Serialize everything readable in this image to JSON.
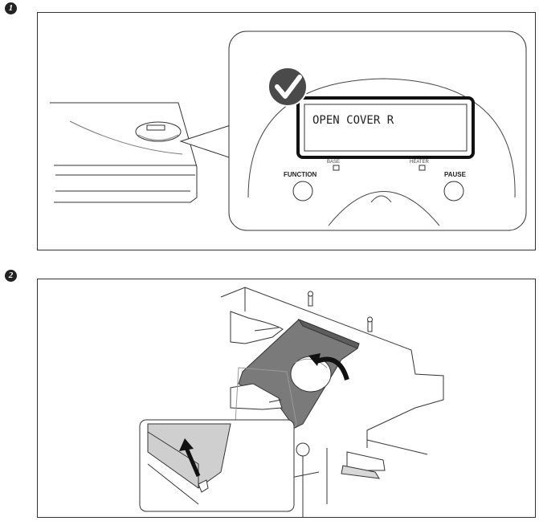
{
  "steps": [
    {
      "number": "1"
    },
    {
      "number": "2"
    }
  ],
  "panel1": {
    "display_text": "OPEN  COVER  R",
    "function_label": "FUNCTION",
    "pause_label": "PAUSE",
    "indicator_left_label": "BASE",
    "indicator_right_label": "HEATER",
    "check_icon": "checkmark-icon"
  },
  "panel2": {
    "arrow_icon": "curved-arrow-icon",
    "inset_arrow_icon": "up-arrow-icon"
  }
}
